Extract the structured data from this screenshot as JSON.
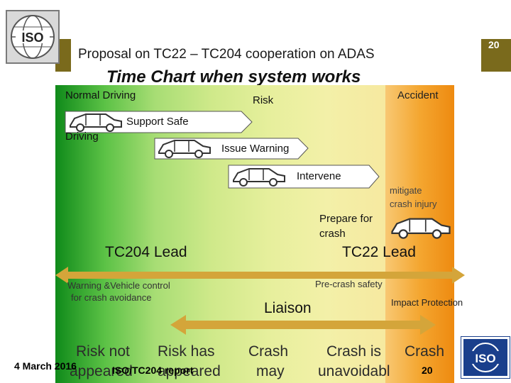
{
  "page_number": "20",
  "header": {
    "title": "Proposal on TC22 – TC204 cooperation on ADAS"
  },
  "logo": {
    "text": "ISO"
  },
  "chart": {
    "subtitle": "Time Chart when system works",
    "phases": [
      "Normal Driving",
      "Risk",
      "Accident"
    ],
    "arrows": [
      {
        "label_line1": "Support Safe",
        "label_line2": "Driving"
      },
      {
        "label": "Issue Warning"
      },
      {
        "label": "Intervene"
      }
    ],
    "mitigate_line1": "mitigate",
    "mitigate_line2": "crash injury",
    "prepare_line1": "Prepare for",
    "prepare_line2": "crash",
    "tc204_lead": "TC204 Lead",
    "tc22_lead": "TC22 Lead",
    "left_line1": "Warning &Vehicle control",
    "left_line2": "for crash avoidance",
    "pre_crash": "Pre-crash safety",
    "impact": "Impact Protection",
    "liaison": "Liaison"
  },
  "bottom_row": [
    {
      "line1": "Risk not",
      "line2": "appeared"
    },
    {
      "line1": "Risk has",
      "line2": "appeared"
    },
    {
      "line1": "Crash",
      "line2": "may"
    },
    {
      "line1": "Crash is",
      "line2": "unavoidabl"
    },
    {
      "line1": "Crash",
      "line2": ""
    }
  ],
  "footer": {
    "date": "4 March 2016",
    "report": "ISO/TC204 report",
    "page": "20"
  },
  "colors": {
    "header_bar": "#7a6a1c",
    "arrow_tan": "#d4a53a",
    "accident": "#ee8a10",
    "normal": "#0f8a1a"
  }
}
